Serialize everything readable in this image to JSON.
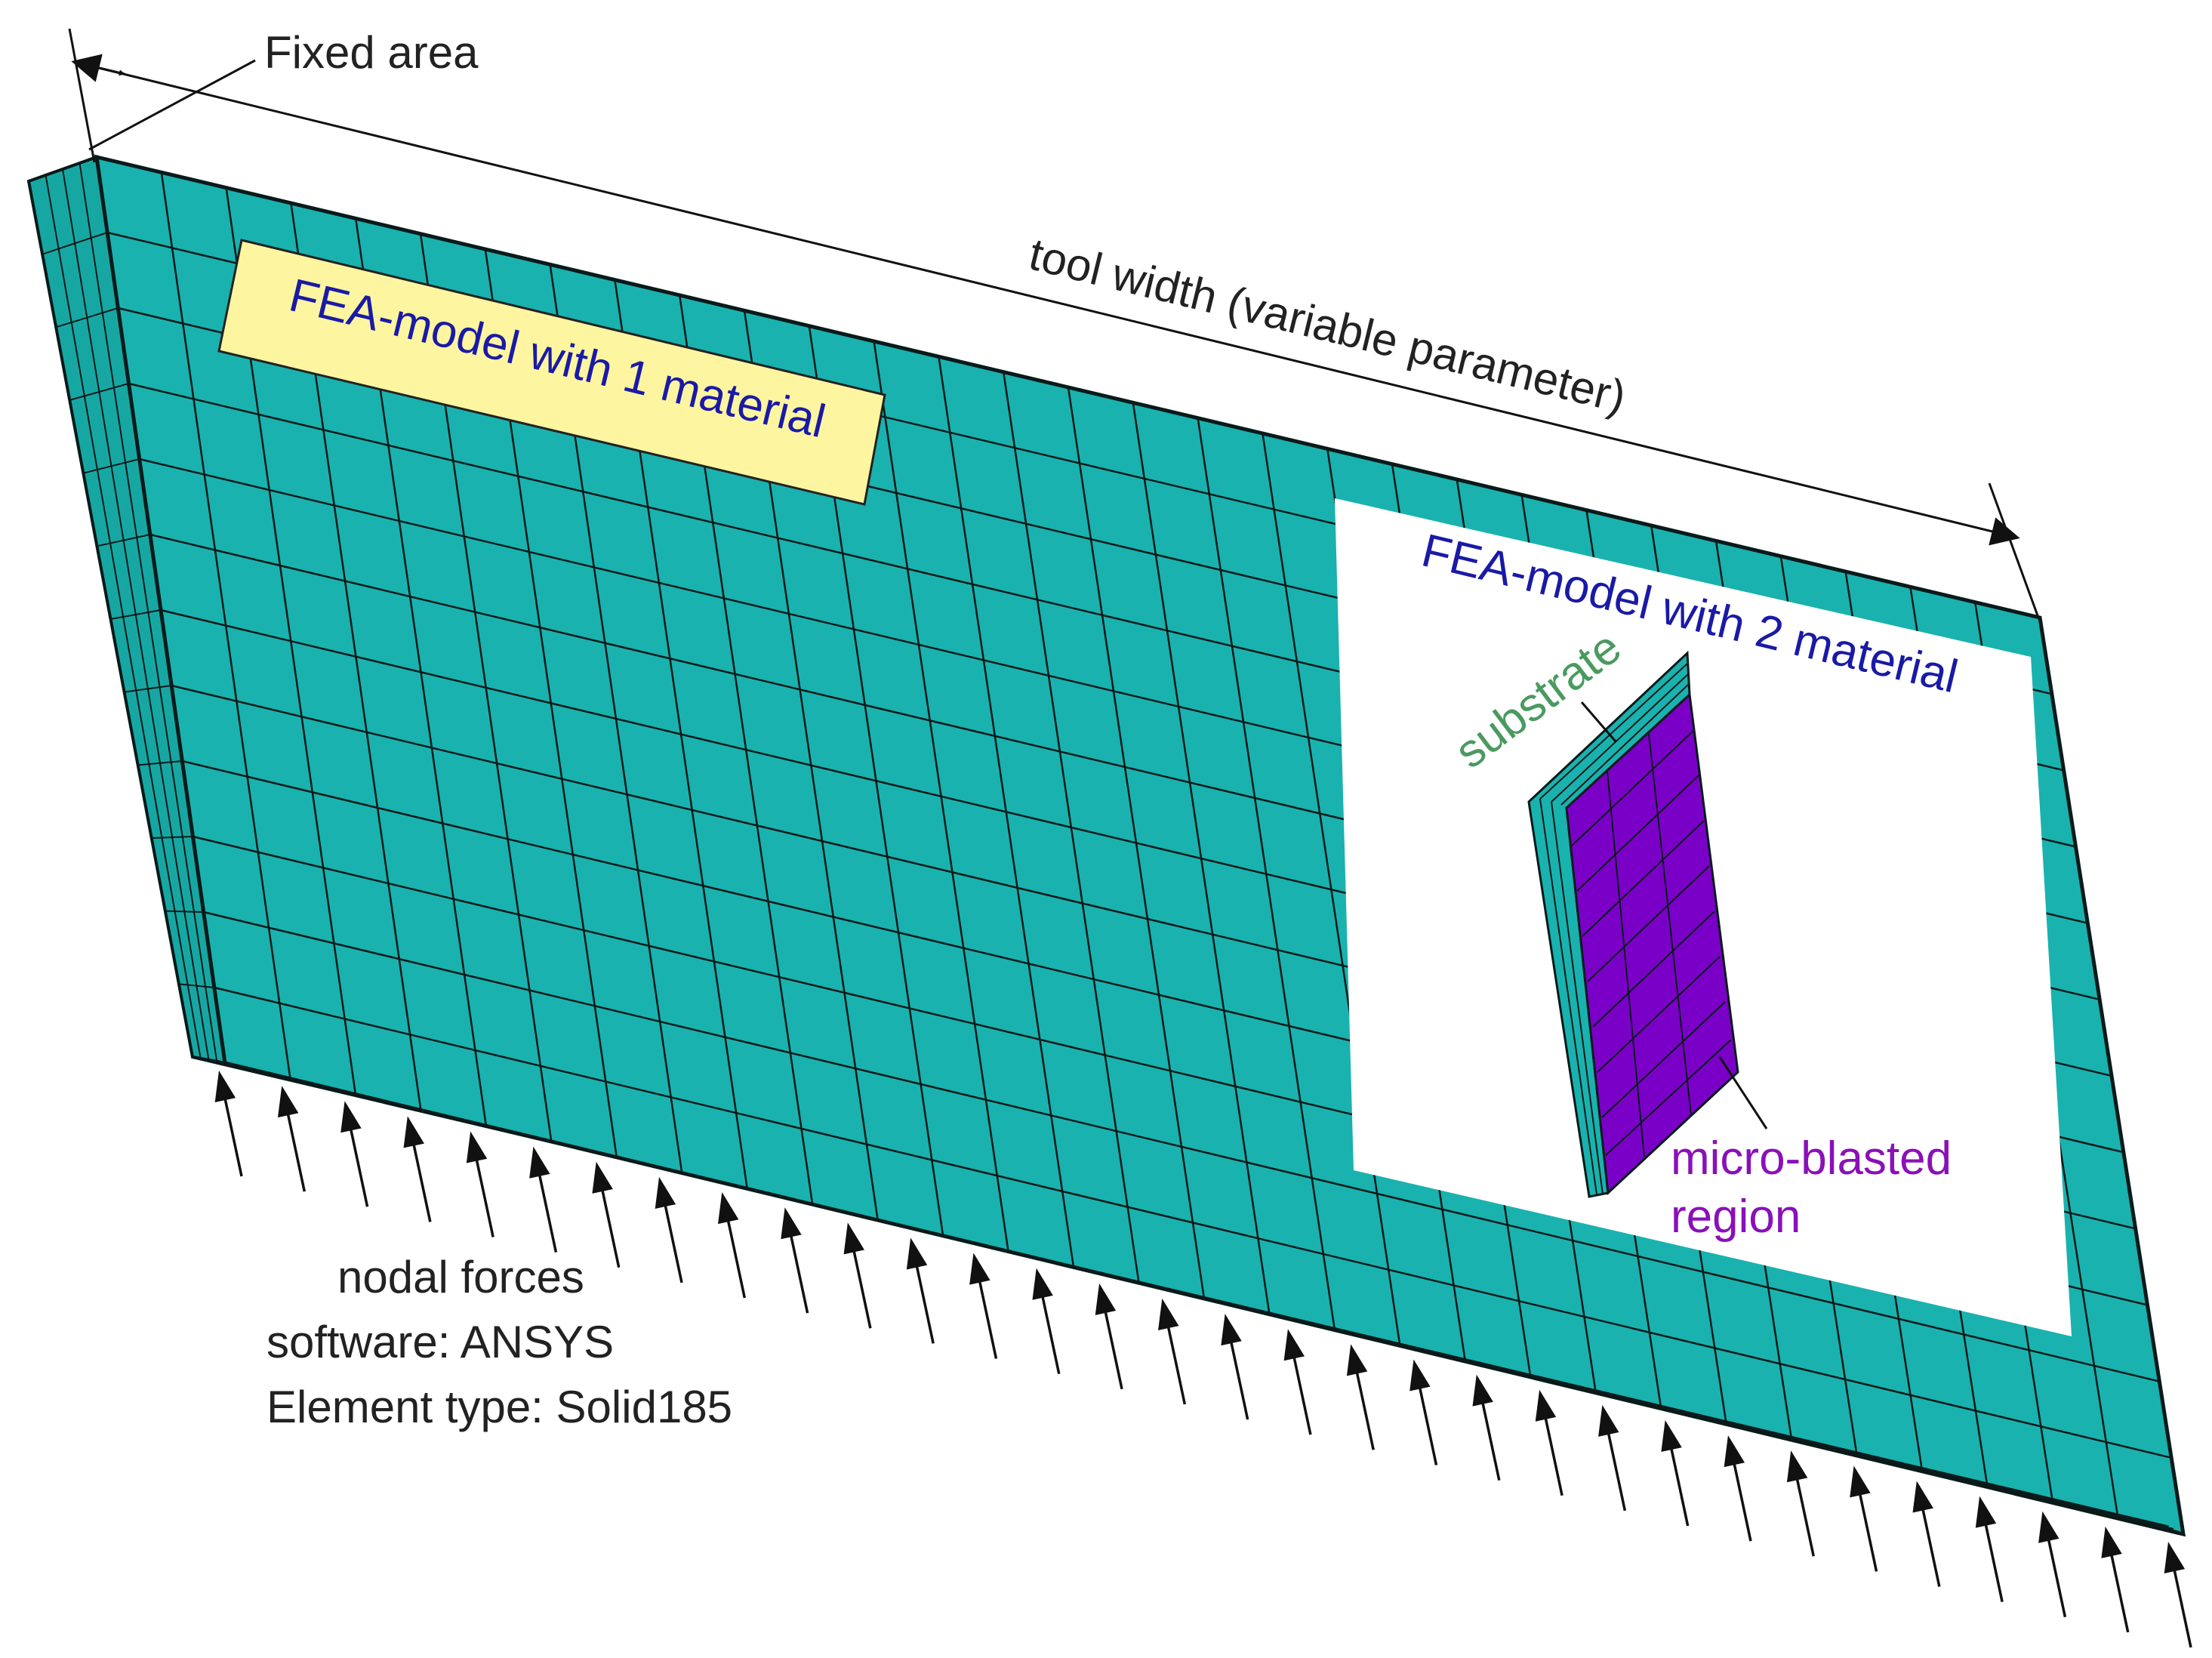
{
  "labels": {
    "fixed_area": "Fixed area",
    "tool_width": "tool width (variable parameter)",
    "model1": "FEA-model with 1 material",
    "model2": "FEA-model with 2 material",
    "substrate": "substrate",
    "micro_blasted_line1": "micro-blasted",
    "micro_blasted_line2": "region",
    "nodal_forces": "nodal forces",
    "software": "software: ANSYS",
    "element_type": "Element type: Solid185"
  },
  "colors": {
    "mesh_fill": "#1ab2ae",
    "mesh_line": "#0a1a1a",
    "model1_box": "#fdf5a0",
    "model_text": "#1a1aa6",
    "substrate_text": "#4a9a60",
    "blasted_fill": "#7a00c8",
    "blasted_text": "#8a10b8",
    "label_text": "#222222"
  },
  "icons": {
    "force_arrow": "arrow-up-right-icon",
    "dimension_arrow": "double-headed-arrow-icon"
  }
}
